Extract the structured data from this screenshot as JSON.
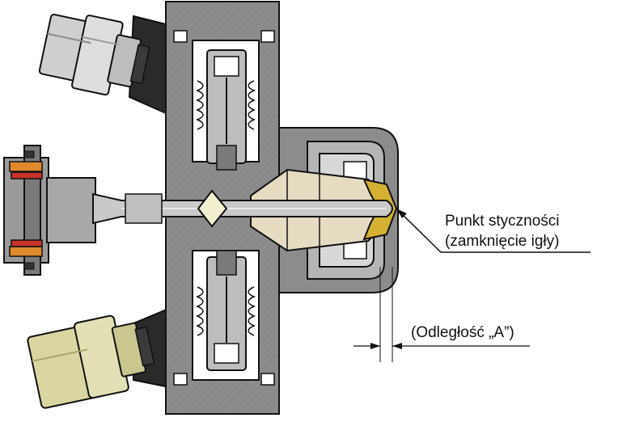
{
  "labels": {
    "contact_point_line1": "Punkt styczności",
    "contact_point_line2": "(zamknięcie igły)",
    "distance": "(Odległość „A”)"
  },
  "colors": {
    "body_gray": "#8c8c8c",
    "dark_gray": "#5e5e5e",
    "light_gray": "#c9c9c9",
    "fitting_silver": "#d4d4d4",
    "fitting_yellow": "#d9d6a2",
    "needle_cream": "#e6dcc2",
    "seat_gold": "#d4b033",
    "orange_ring": "#e08a2e",
    "red_ring": "#c8322a",
    "outline": "#111111"
  },
  "icons": {
    "upper_fitting": "hex-fitting-icon",
    "lower_fitting": "hex-fitting-icon",
    "needle": "needle-icon",
    "spring": "spring-icon"
  }
}
